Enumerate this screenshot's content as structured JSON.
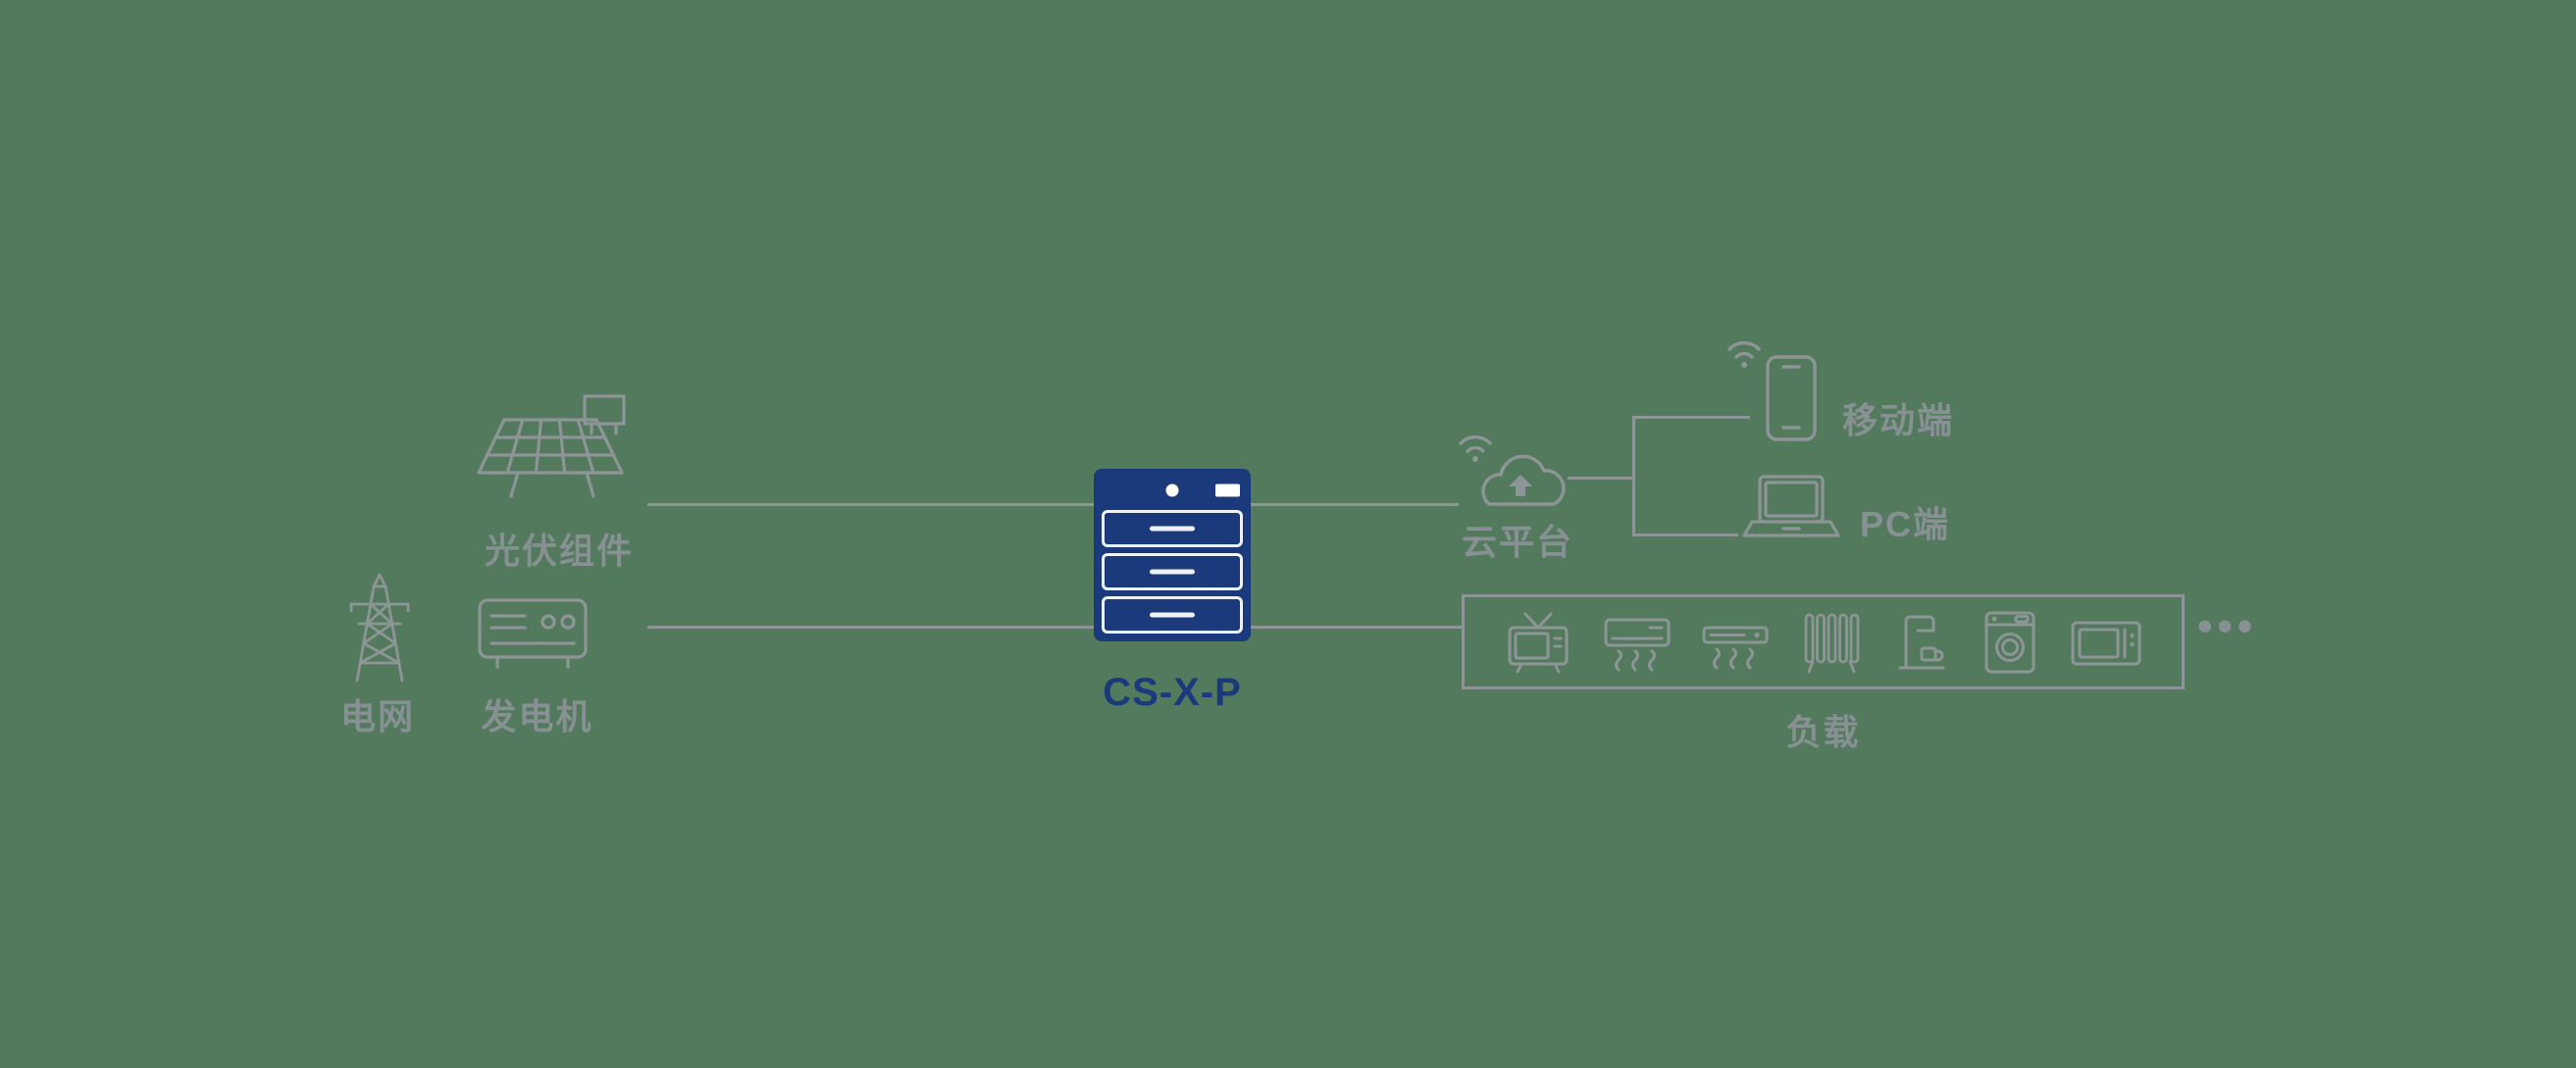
{
  "colors": {
    "background": "#547a5e",
    "line": "#8d9597",
    "text": "#879093",
    "accent": "#1b3a7b",
    "device_detail": "#eef1f5"
  },
  "sources": {
    "pv_label": "光伏组件",
    "grid_label": "电网",
    "generator_label": "发电机"
  },
  "device": {
    "label": "CS-X-P"
  },
  "cloud": {
    "label": "云平台"
  },
  "clients": {
    "mobile_label": "移动端",
    "pc_label": "PC端"
  },
  "loads": {
    "label": "负载",
    "ellipsis": "•••",
    "items": [
      "tv",
      "air-conditioner",
      "induction-cooker",
      "radiator",
      "coffee-machine",
      "washing-machine",
      "microwave-oven"
    ]
  }
}
